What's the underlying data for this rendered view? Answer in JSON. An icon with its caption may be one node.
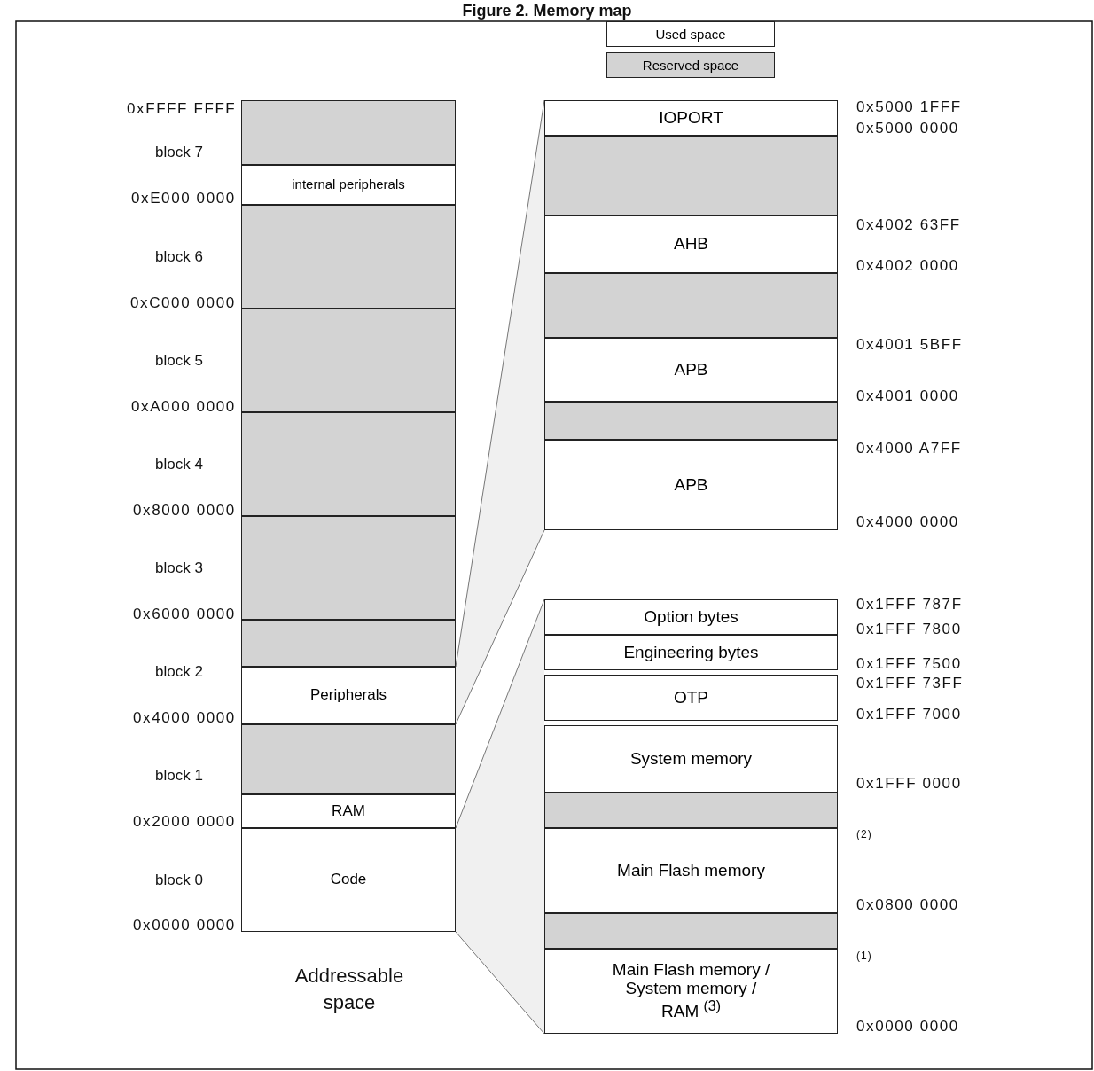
{
  "diagram": {
    "title": "Figure 2. Memory map",
    "nodes": [
      {
        "text": [],
        "shape": "box"
      },
      {
        "text": [
          "internal peripherals"
        ]
      },
      {
        "text": [],
        "shape": "box"
      },
      {
        "text": [],
        "shape": "box"
      },
      {
        "text": [],
        "shape": "box"
      },
      {
        "text": [],
        "shape": "box"
      },
      {
        "text": [],
        "shape": "box"
      },
      {
        "text": [
          "Peripherals"
        ]
      },
      {
        "text": [],
        "shape": "box"
      },
      {
        "text": [
          "RAM"
        ]
      },
      {
        "text": [
          "Code"
        ]
      },
      {
        "text": [
          "IOPORT"
        ]
      },
      {
        "text": [],
        "shape": "box"
      },
      {
        "text": [
          "AHB"
        ]
      },
      {
        "text": [],
        "shape": "box"
      },
      {
        "text": [
          "APB"
        ]
      },
      {
        "text": [],
        "shape": "box"
      },
      {
        "text": [
          "APB"
        ]
      },
      {
        "text": [
          "Option bytes"
        ]
      },
      {
        "text": [
          "Engineering bytes"
        ]
      },
      {
        "text": [
          "OTP"
        ]
      },
      {
        "text": [
          "System memory"
        ]
      },
      {
        "text": [],
        "shape": "box"
      },
      {
        "text": [
          "Main Flash memory"
        ]
      },
      {
        "text": [],
        "shape": "box"
      },
      {
        "text": [
          "Main Flash memory / System memory / RAM $^{(3)}$"
        ]
      }
    ],
    "edges": [
      {
        "from": 7,
        "to": 11,
        "arrow": "none"
      },
      {
        "from": 7,
        "to": 17,
        "arrow": "none"
      },
      {
        "from": 10,
        "to": 18,
        "arrow": "none"
      },
      {
        "from": 10,
        "to": 25,
        "arrow": "none"
      }
    ],
    "labels": [
      "0xFFFF FFFF",
      "block 7",
      "0xE000 0000",
      "block 6",
      "0xC000 0000",
      "block 5",
      "0xA000 0000",
      "block 4",
      "0x8000 0000",
      "block 3",
      "0x6000 0000",
      "block 2",
      "0x4000 0000",
      "block 1",
      "0x2000 0000",
      "block 0",
      "0x0000 0000",
      "Addressable space",
      "0x5000 1FFF",
      "0x5000 0000",
      "0x4002 63FF",
      "0x4002 0000",
      "0x4001 5BFF",
      "0x4001 0000",
      "0x4000 A7FF",
      "0x4000 0000",
      "0x1FFF 787F",
      "0x1FFF 7800",
      "0x1FFF 7500",
      "0x1FFF 73FF",
      "0x1FFF 7000",
      "0x1FFF 0000",
      "(2)",
      "0x0800 0000",
      "(1)",
      "0x0000 0000"
    ],
    "legend": [
      {
        "text": "Used space",
        "color": "#ffffff"
      },
      {
        "text": "Reserved space",
        "color": "#d3d3d3"
      }
    ]
  }
}
